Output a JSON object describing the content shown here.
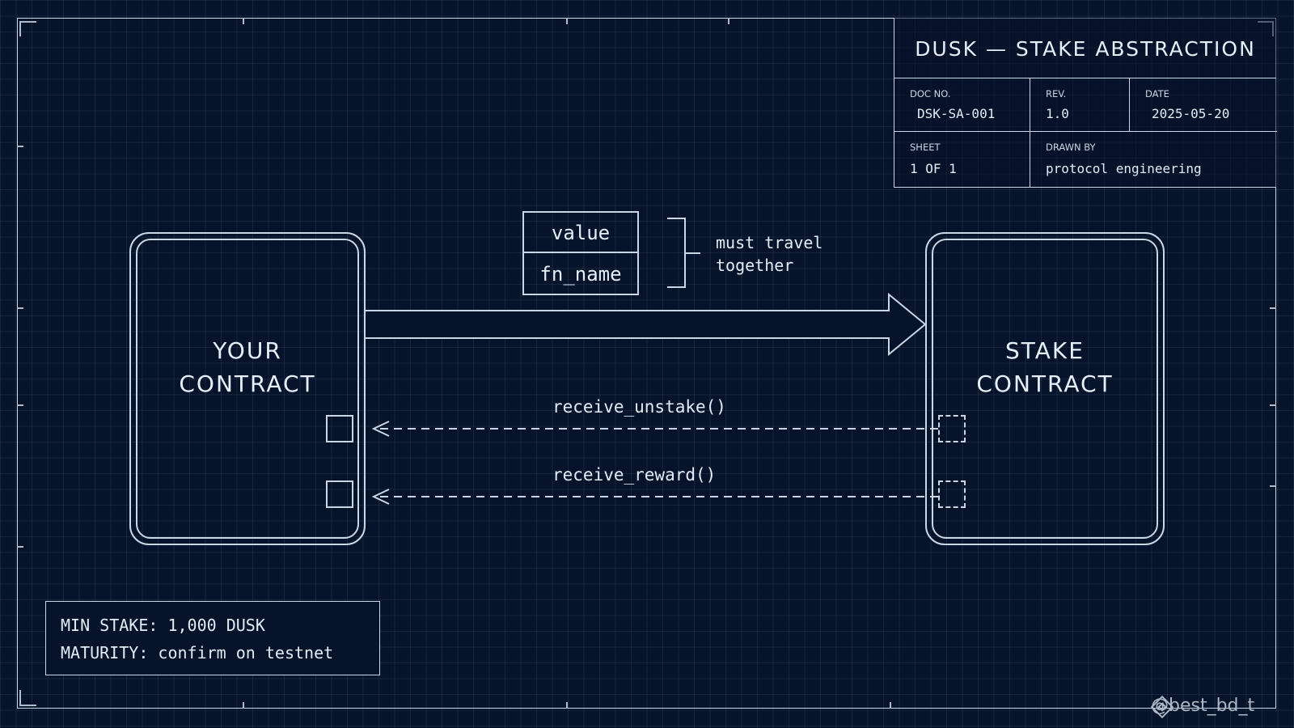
{
  "title_block": {
    "title": "DUSK — STAKE ABSTRACTION",
    "doc_no_label": "DOC NO.",
    "doc_no": "DSK-SA-001",
    "rev_label": "REV.",
    "rev": "1.0",
    "date_label": "DATE",
    "date": "2025-05-20",
    "sheet_label": "SHEET",
    "sheet": "1 OF 1",
    "drawn_by_label": "DRAWN BY",
    "drawn_by": "protocol engineering"
  },
  "nodes": {
    "your_contract": [
      "YOUR",
      "CONTRACT"
    ],
    "stake_contract": [
      "STAKE",
      "CONTRACT"
    ]
  },
  "payload": {
    "fields": [
      "value",
      "fn_name"
    ],
    "note": [
      "must travel",
      "together"
    ]
  },
  "callbacks": [
    "receive_unstake()",
    "receive_reward()"
  ],
  "specs": {
    "min_stake": "MIN STAKE: 1,000 DUSK",
    "maturity": "MATURITY: confirm on testnet"
  },
  "watermark": "@best_bd_t",
  "colors": {
    "background": "#07132a",
    "line": "#c9d8e6",
    "text": "#e3ecf5"
  }
}
